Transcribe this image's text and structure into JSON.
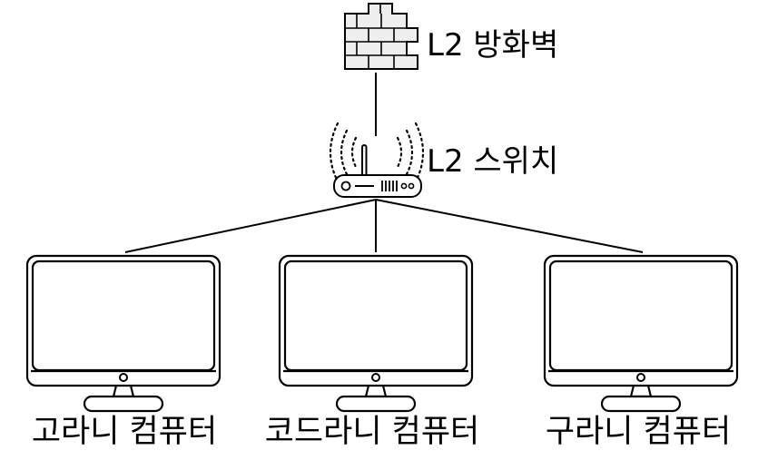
{
  "firewall": {
    "label": "L2 방화벽",
    "icon": "brick-wall-icon"
  },
  "switch": {
    "label": "L2 스위치",
    "icon": "wireless-router-icon"
  },
  "computers": [
    {
      "label": "고라니 컴퓨터",
      "icon": "monitor-icon"
    },
    {
      "label": "코드라니 컴퓨터",
      "icon": "monitor-icon"
    },
    {
      "label": "구라니 컴퓨터",
      "icon": "monitor-icon"
    }
  ],
  "colors": {
    "stroke": "#000000",
    "firewall_fill": "#eeeeee",
    "background": "#ffffff"
  }
}
